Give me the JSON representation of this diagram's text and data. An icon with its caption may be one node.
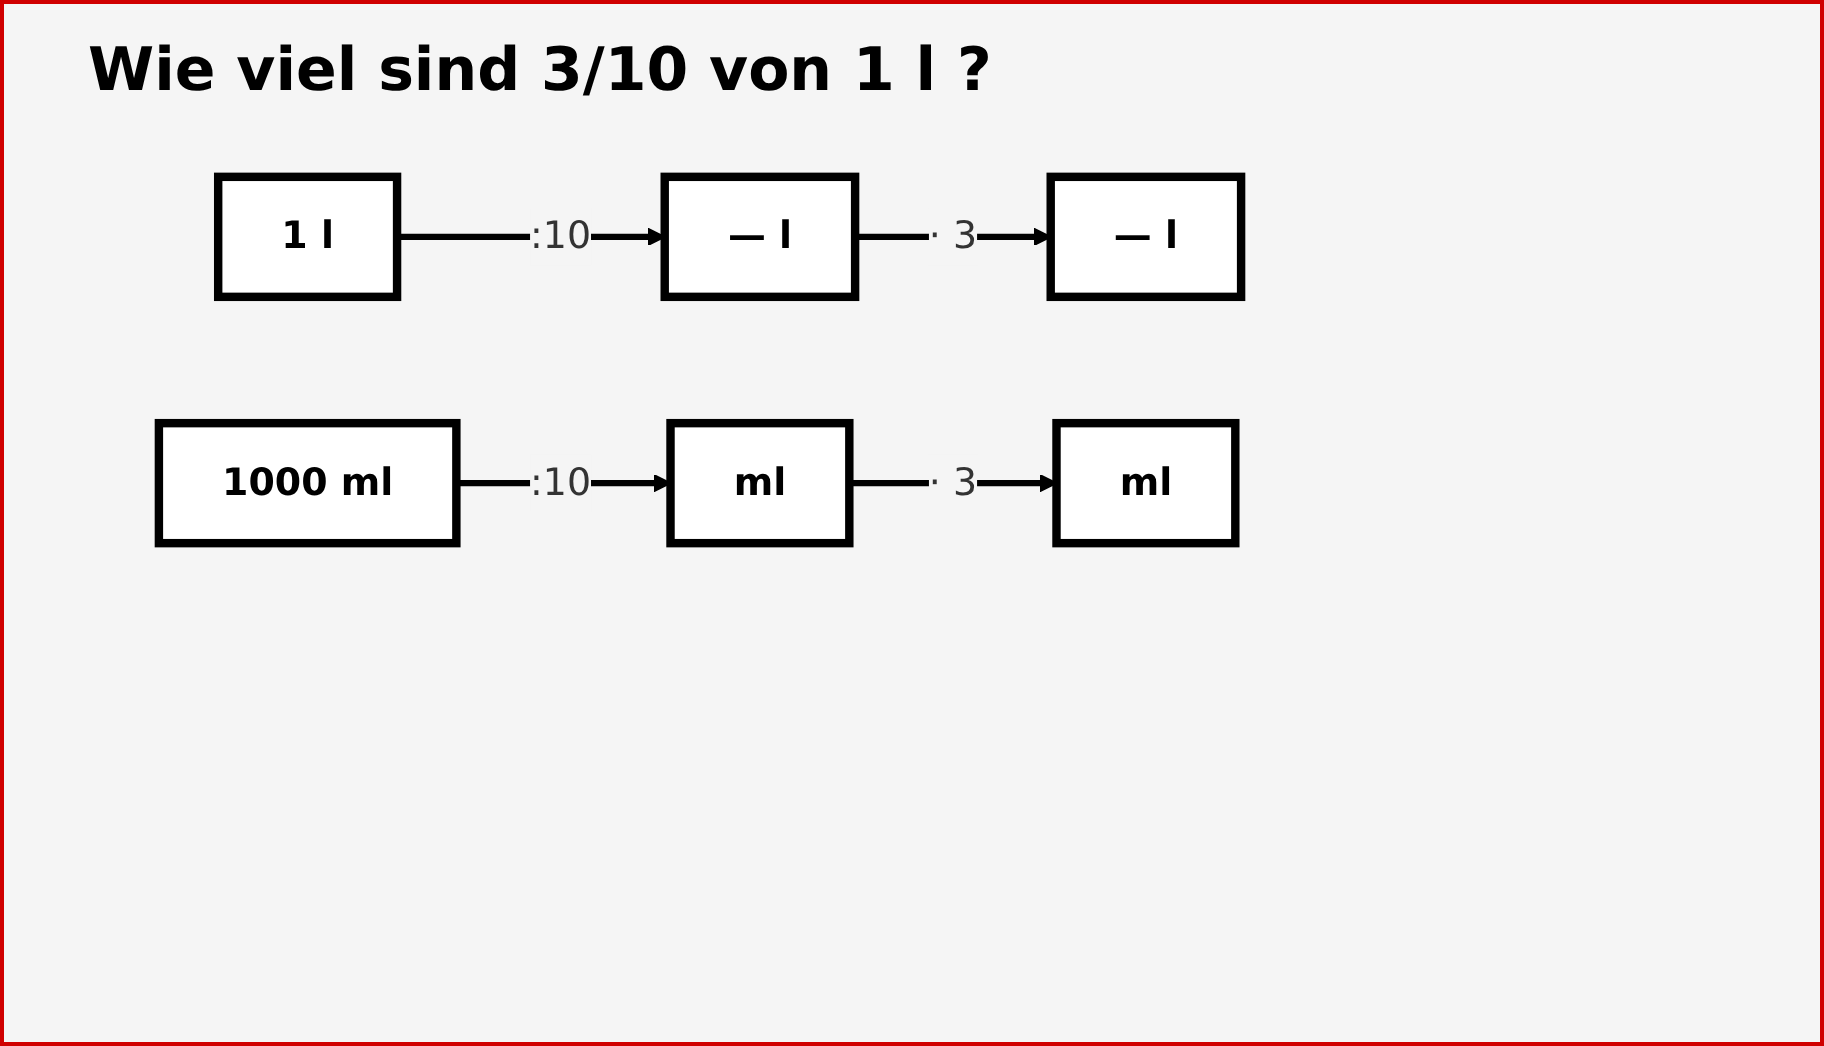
{
  "diagram": {
    "title": "Wie viel sind 3/10 von 1 l ?",
    "nodes": [
      {
        "text": [
          "1 l"
        ]
      },
      {
        "text": [
          "— l"
        ]
      },
      {
        "text": [
          "— l"
        ]
      },
      {
        "text": [
          "1000 ml"
        ]
      },
      {
        "text": [
          "ml"
        ]
      },
      {
        "text": [
          "ml"
        ]
      }
    ],
    "edges": [
      {
        "from": 0,
        "to": 1,
        "arrow": "to",
        "label": ":10"
      },
      {
        "from": 1,
        "to": 2,
        "arrow": "to",
        "label": "· 3"
      },
      {
        "from": 3,
        "to": 4,
        "arrow": "to",
        "label": ":10"
      },
      {
        "from": 4,
        "to": 5,
        "arrow": "to",
        "label": "· 3"
      }
    ]
  }
}
